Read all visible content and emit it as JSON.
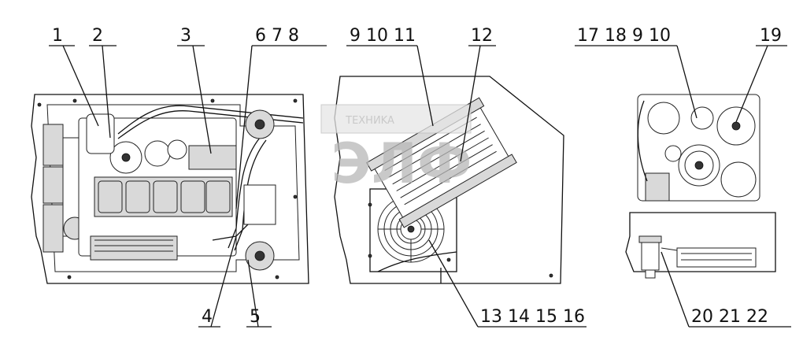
{
  "callouts": {
    "left_top": [
      "1",
      "2",
      "3",
      "6 7 8"
    ],
    "left_bottom": [
      "4",
      "5"
    ],
    "middle_top": [
      "9 10 11",
      "12"
    ],
    "middle_bottom": [
      "13 14 15 16"
    ],
    "right_top": [
      "17 18 9 10",
      "19"
    ],
    "right_bottom": [
      "20 21 22"
    ]
  },
  "watermark": {
    "brand_small": "TEXHИKA",
    "brand_big": "ЭЛФ"
  }
}
